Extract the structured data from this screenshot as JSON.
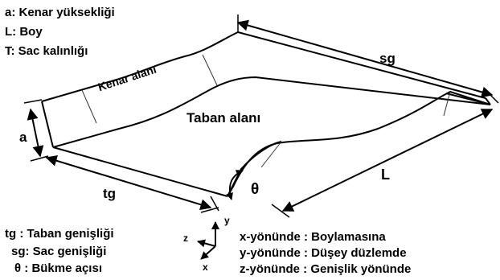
{
  "legend_top": {
    "a": "a: Kenar yüksekliği",
    "L": "L:  Boy",
    "T": "T:  Sac kalınlığı"
  },
  "regions": {
    "kenar": "Kenar alanı",
    "taban": "Taban alanı"
  },
  "dims": {
    "sg": "sg",
    "L": "L",
    "a": "a",
    "tg": "tg",
    "theta": "θ"
  },
  "legend_bottom": {
    "tg": "tg : Taban genişliği",
    "sg": "sg: Sac genişliği",
    "theta": "θ : Bükme açısı"
  },
  "axes": {
    "x": "x",
    "y": "y",
    "z": "z"
  },
  "directions": {
    "x": "x-yönünde : Boylamasına",
    "y": "y-yönünde : Düşey düzlemde",
    "z": "z-yönünde : Genişlik yönünde"
  }
}
